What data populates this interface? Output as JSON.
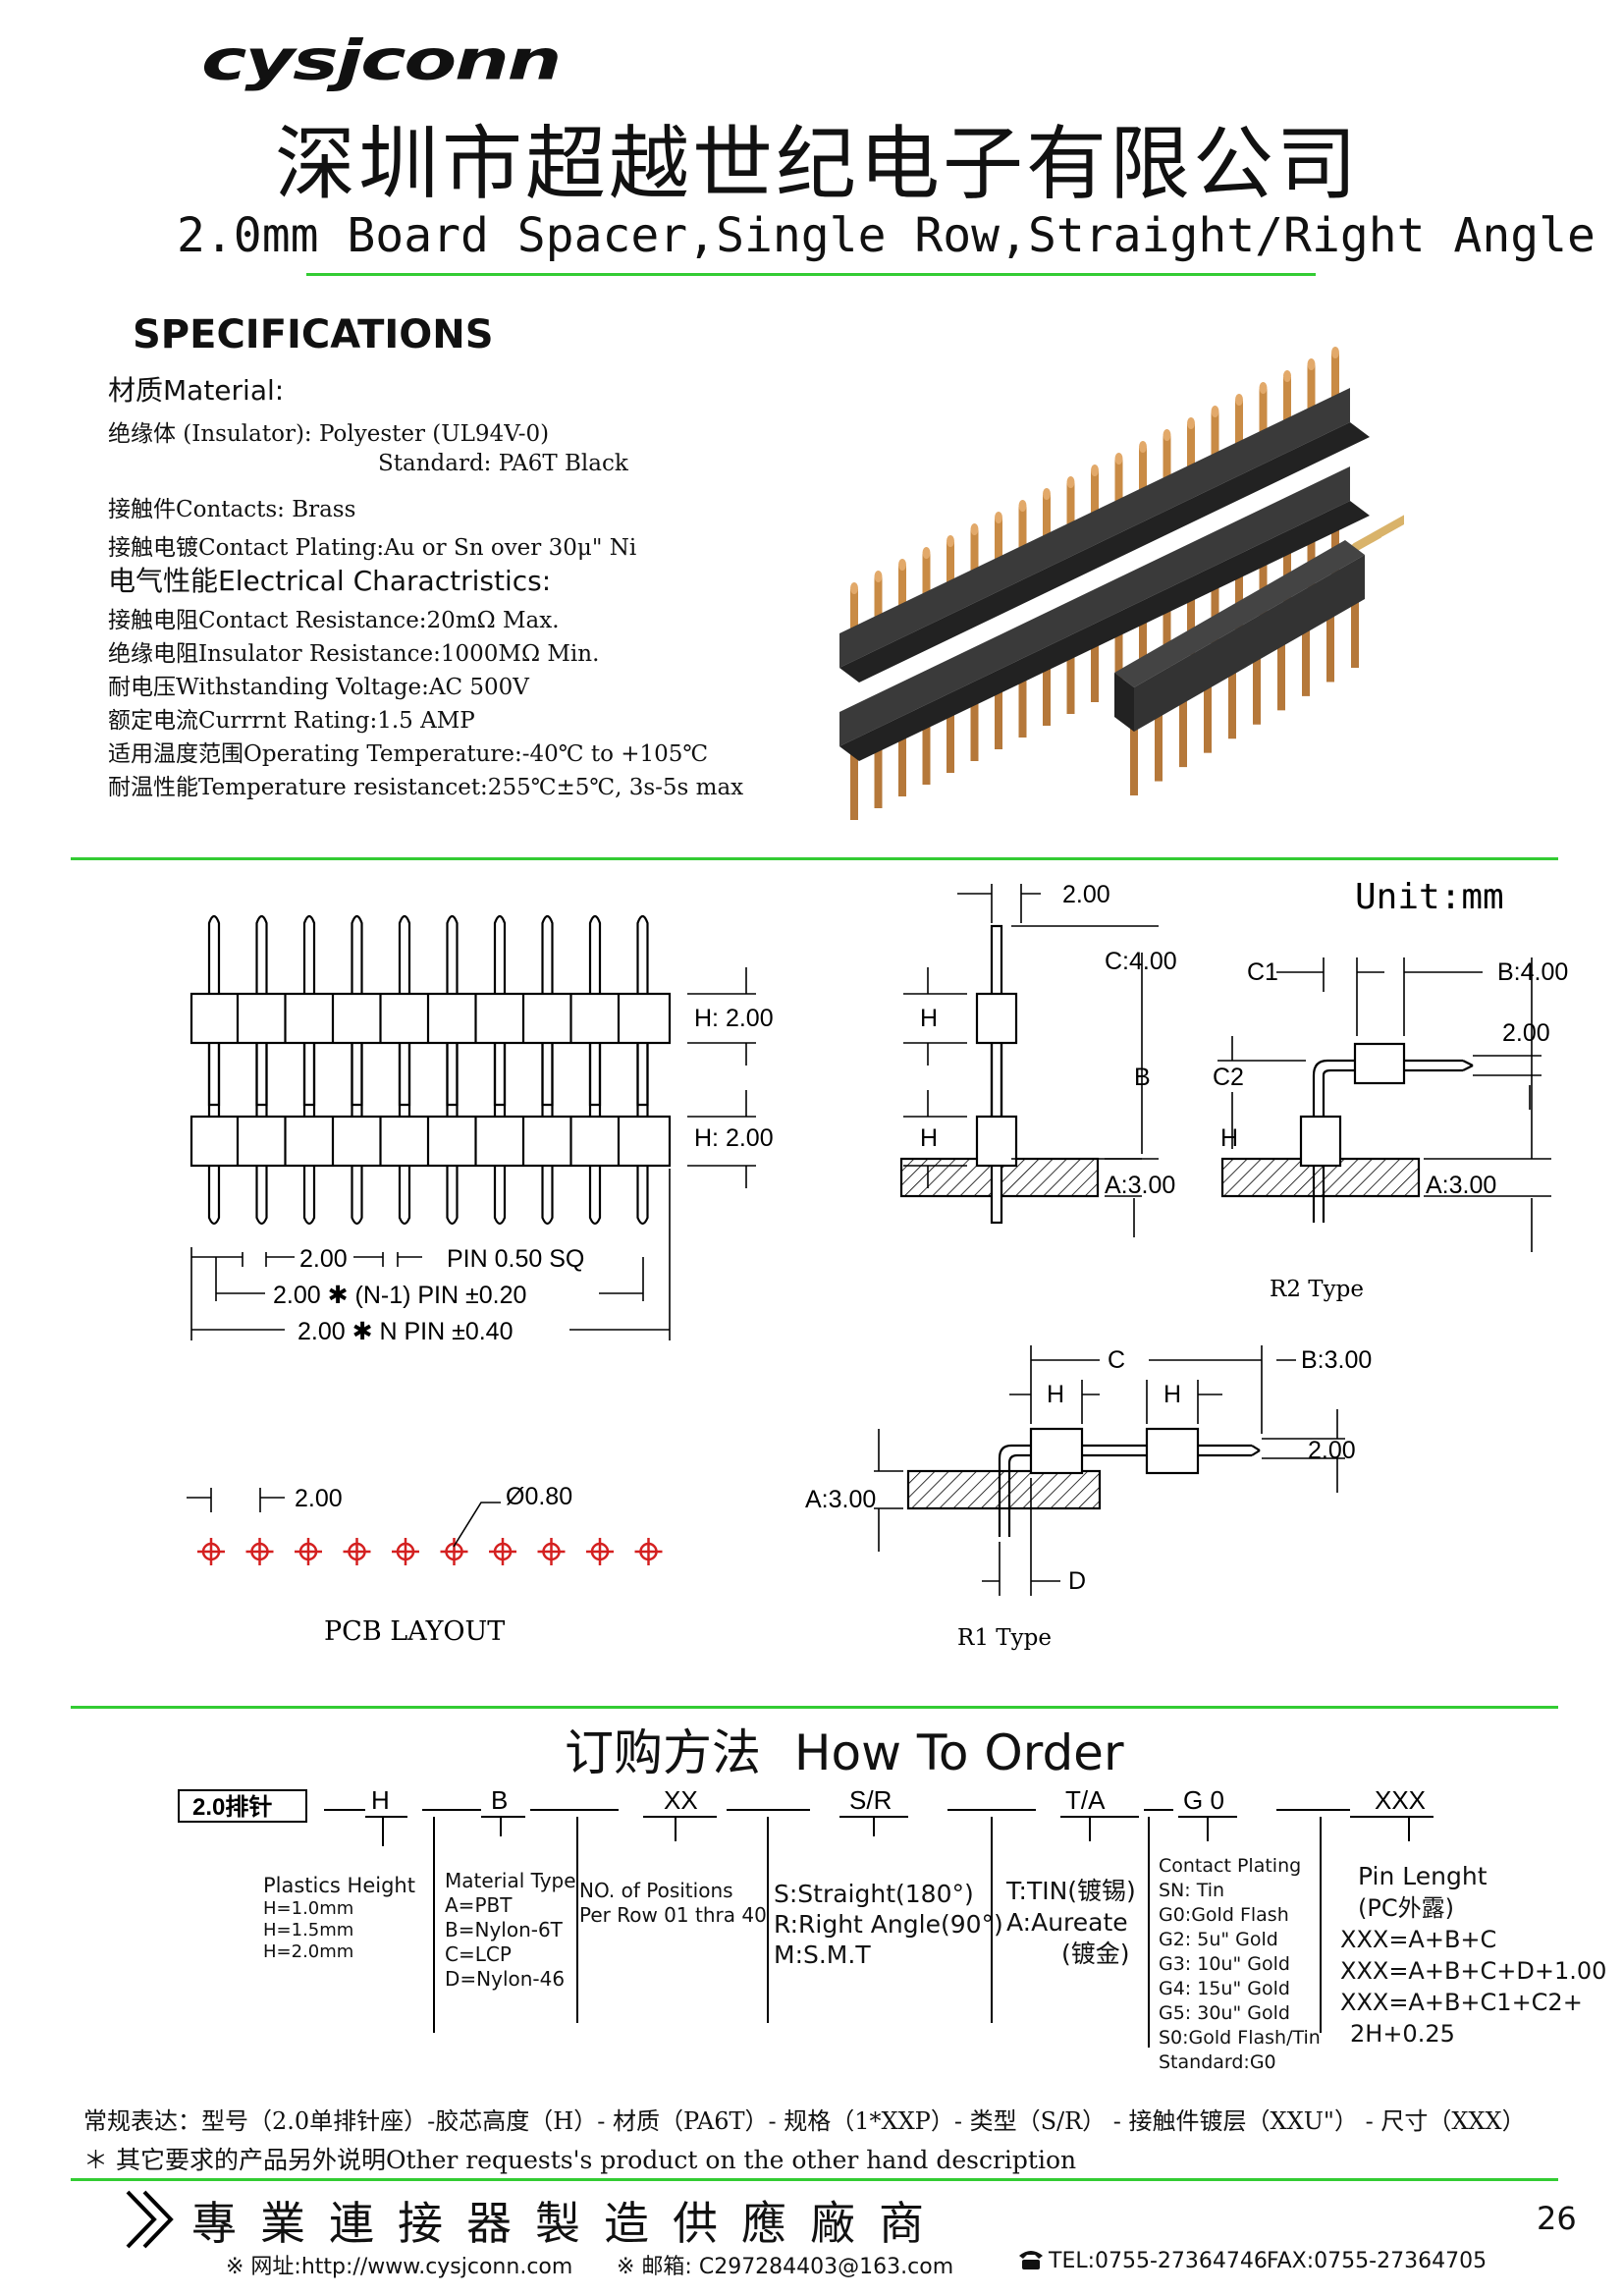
{
  "header": {
    "logo_text": "cysjconn",
    "company": "深圳市超越世纪电子有限公司",
    "subtitle": "2.0mm Board Spacer,Single Row,Straight/Right Angle"
  },
  "specs": {
    "title": "SPECIFICATIONS",
    "material_head": "材质Material:",
    "insulator": "绝缘体 (Insulator):  Polyester (UL94V-0)",
    "standard": "Standard: PA6T Black",
    "contacts": "接触件Contacts: Brass",
    "plating": "接触电镀Contact Plating:Au or Sn over 30μ\" Ni",
    "electrical_head": "电气性能Electrical Charactristics:",
    "contact_resistance": "接触电阻Contact Resistance:20mΩ  Max.",
    "insulator_resistance": "绝缘电阻Insulator Resistance:1000MΩ  Min.",
    "voltage": "耐电压Withstanding Voltage:AC 500V",
    "current": "额定电流Currrnt Rating:1.5 AMP",
    "temperature": "适用温度范围Operating Temperature:-40℃ to +105℃",
    "temp_resist": "耐温性能Temperature resistancet:255℃±5℃, 3s-5s max"
  },
  "drawing": {
    "unit": "Unit:mm",
    "front": {
      "h1": "H: 2.00",
      "h2": "H: 2.00",
      "pitch": "2.00",
      "pin": "PIN 0.50 SQ",
      "n1": "2.00 ✱ (N-1) PIN ±0.20",
      "n": "2.00 ✱ N PIN ±0.40"
    },
    "side": {
      "pitch": "2.00",
      "c": "C:4.00",
      "h1": "H",
      "b": "B",
      "h2": "H",
      "a": "A:3.00"
    },
    "r2": {
      "c1": "C1",
      "b": "B:4.00",
      "pitch": "2.00",
      "c2": "C2",
      "h": "H",
      "a": "A:3.00",
      "label": "R2 Type"
    },
    "pcb": {
      "pitch": "2.00",
      "hole": "Ø0.80",
      "label": "PCB LAYOUT"
    },
    "r1": {
      "c": "C",
      "b": "B:3.00",
      "h1": "H",
      "h2": "H",
      "pitch": "2.00",
      "a": "A:3.00",
      "d": "D",
      "label": "R1 Type"
    }
  },
  "order": {
    "title_cn": "订购方法",
    "title_en": "How To Order",
    "code": {
      "part": "2.0排针",
      "h": "H",
      "b": "B",
      "xx": "XX",
      "sr": "S/R",
      "ta": "T/A",
      "g0": "G 0",
      "xxx": "XXX"
    },
    "plastics": [
      "Plastics Height",
      "H=1.0mm",
      "H=1.5mm",
      "H=2.0mm"
    ],
    "material": [
      "Material Type",
      "A=PBT",
      "B=Nylon-6T",
      "C=LCP",
      "D=Nylon-46"
    ],
    "positions": [
      "NO. of Positions",
      "Per Row  01 thra 40"
    ],
    "type": [
      "S:Straight(180°)",
      "R:Right Angle(90°)",
      "M:S.M.T"
    ],
    "finish": [
      "T:TIN(镀锡)",
      "A:Aureate",
      "(镀金)"
    ],
    "plating": [
      "Contact Plating",
      "SN: Tin",
      "G0:Gold Flash",
      "G2:  5u\" Gold",
      "G3: 10u\" Gold",
      "G4: 15u\" Gold",
      "G5: 30u\" Gold",
      "S0:Gold Flash/Tin",
      "Standard:G0"
    ],
    "pin_length": [
      "Pin Lenght",
      "(PC外露)",
      "XXX=A+B+C",
      "XXX=A+B+C+D+1.00",
      "XXX=A+B+C1+C2+",
      "2H+0.25"
    ]
  },
  "footer": {
    "expression": "常规表达：型号（2.0单排针座）-胶芯高度（H）- 材质（PA6T）- 规格（1*XXP）- 类型（S/R） - 接触件镀层（XXU\"） - 尺寸（XXX）",
    "note": "＊ 其它要求的产品另外说明Other requests's product on the other hand description",
    "slogan": "專業連接器製造供應廠商",
    "website": "※ 网址:http://www.cysjconn.com",
    "email": "※ 邮箱: C297284403@163.com",
    "tel": "TEL:0755-27364746",
    "fax": "FAX:0755-27364705",
    "page": "26"
  },
  "colors": {
    "accent_green": "#33cc33",
    "pcb_red": "#d42020"
  },
  "icons": [
    "phone-icon",
    "chevron-double-right-icon"
  ]
}
